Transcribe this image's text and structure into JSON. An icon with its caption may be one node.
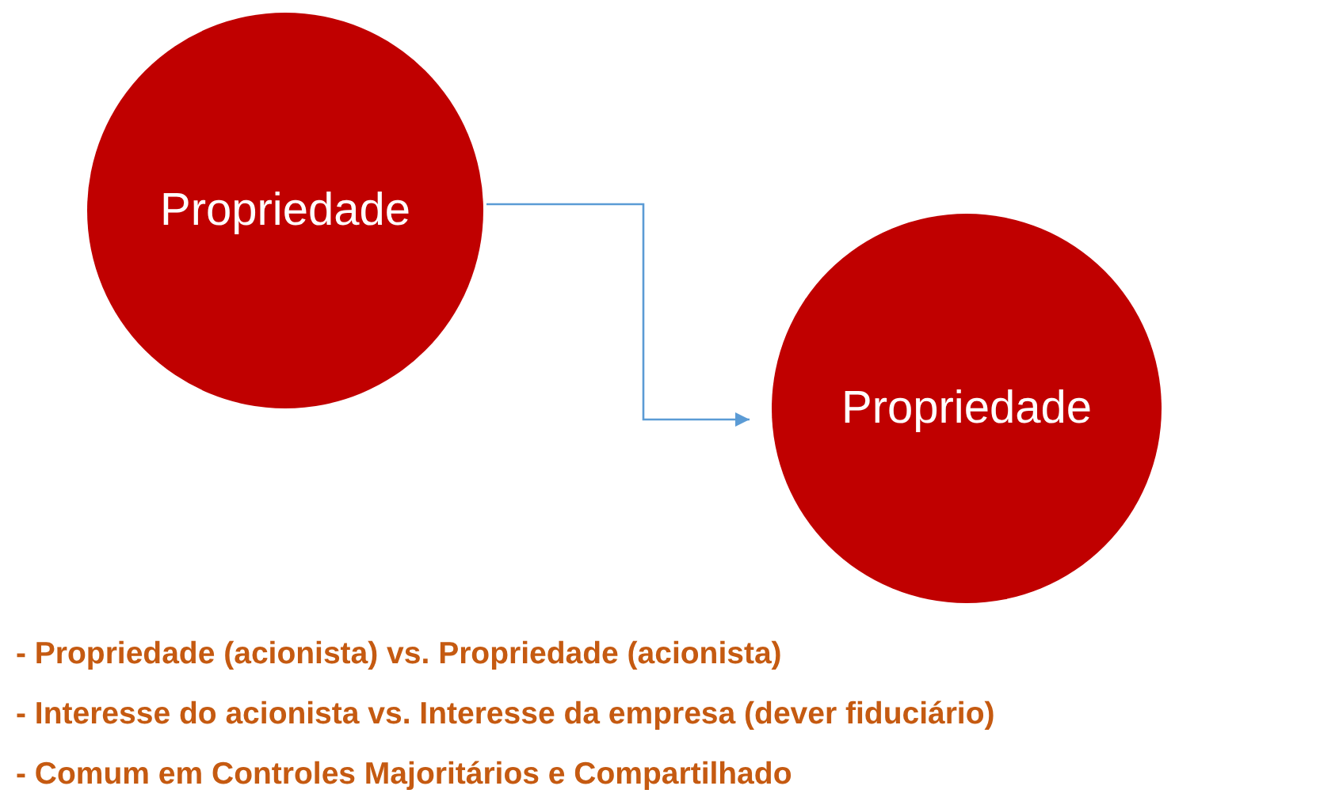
{
  "diagram": {
    "nodes": [
      {
        "text": [
          "Propriedade"
        ]
      },
      {
        "text": [
          "Propriedade"
        ]
      }
    ],
    "edges": [
      {
        "from": 0,
        "to": 1,
        "arrow": "to"
      }
    ],
    "labels": [
      "- Propriedade (acionista) vs. Propriedade (acionista)",
      "- Interesse do acionista vs. Interesse da empresa (dever fiduciário)",
      "- Comum em Controles Majoritários e Compartilhado"
    ]
  }
}
